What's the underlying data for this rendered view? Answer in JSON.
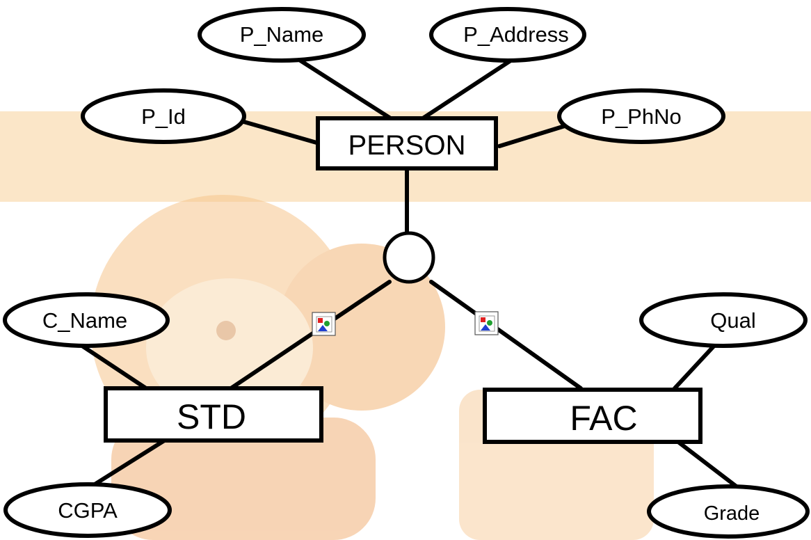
{
  "background": {
    "band_color": "#f9e2c3",
    "figure_colors": [
      "#f6c58d",
      "#f0a15c",
      "#e7b37c"
    ]
  },
  "diagram": {
    "entities": {
      "person": {
        "label": "PERSON"
      },
      "std": {
        "label": "STD"
      },
      "fac": {
        "label": "FAC"
      }
    },
    "attributes": {
      "p_name": "P_Name",
      "p_address": "P_Address",
      "p_id": "P_Id",
      "p_phno": "P_PhNo",
      "c_name": "C_Name",
      "cgpa": "CGPA",
      "qual": "Qual",
      "grade": "Grade"
    },
    "icons": {
      "left": "broken-image-icon",
      "right": "broken-image-icon"
    }
  }
}
